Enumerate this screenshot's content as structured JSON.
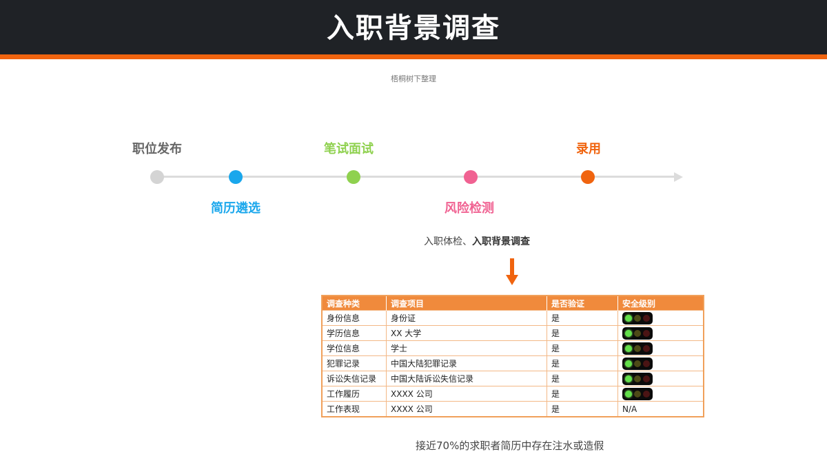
{
  "header": {
    "title": "入职背景调查"
  },
  "subtitle": "梧桐树下整理",
  "timeline": {
    "stages": [
      {
        "label": "职位发布",
        "color": "#d4d4d4",
        "label_color": "#666666"
      },
      {
        "label": "简历遴选",
        "color": "#1aa7ec",
        "label_color": "#1aa7ec"
      },
      {
        "label": "笔试面试",
        "color": "#8fd14f",
        "label_color": "#8fd14f"
      },
      {
        "label": "风险检测",
        "color": "#f06292",
        "label_color": "#f06292"
      },
      {
        "label": "录用",
        "color": "#f0640f",
        "label_color": "#f0640f"
      }
    ]
  },
  "note": {
    "part1": "入职体检、",
    "part2": "入职背景调查"
  },
  "table": {
    "headers": [
      "调查种类",
      "调查项目",
      "是否验证",
      "安全级别"
    ],
    "rows": [
      {
        "category": "身份信息",
        "item": "身份证",
        "verified": "是",
        "level": "green-light"
      },
      {
        "category": "学历信息",
        "item": "XX 大学",
        "verified": "是",
        "level": "green-light"
      },
      {
        "category": "学位信息",
        "item": "学士",
        "verified": "是",
        "level": "green-light"
      },
      {
        "category": "犯罪记录",
        "item": "中国大陆犯罪记录",
        "verified": "是",
        "level": "green-light"
      },
      {
        "category": "诉讼失信记录",
        "item": "中国大陆诉讼失信记录",
        "verified": "是",
        "level": "green-light"
      },
      {
        "category": "工作履历",
        "item": "XXXX 公司",
        "verified": "是",
        "level": "green-light"
      },
      {
        "category": "工作表现",
        "item": "XXXX 公司",
        "verified": "是",
        "level": "N/A"
      }
    ]
  },
  "footer_note": "接近70%的求职者简历中存在注水或造假",
  "colors": {
    "header_bg": "#1f2226",
    "accent": "#f0640f",
    "table_header": "#f08a3c"
  }
}
